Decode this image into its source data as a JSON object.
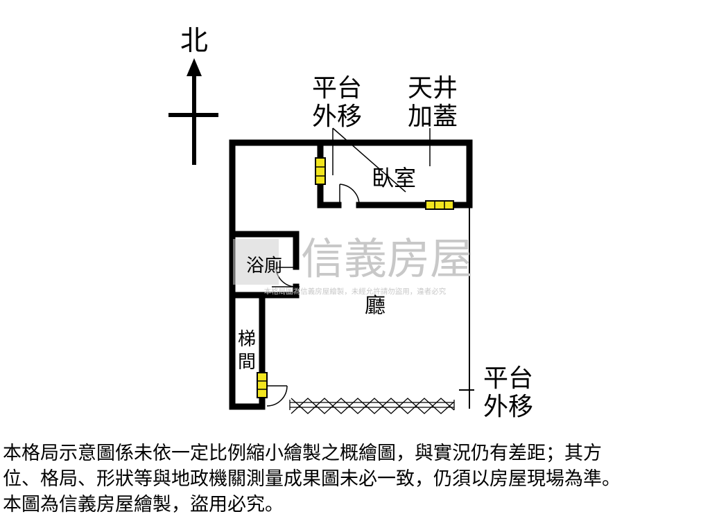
{
  "compass": {
    "north_label": "北"
  },
  "rooms": {
    "bedroom": "臥室",
    "living_room": "廳",
    "bathroom": "浴廁",
    "stair_line1": "梯",
    "stair_line2": "間"
  },
  "annotations": {
    "platform_shift_top_line1": "平台",
    "platform_shift_top_line2": "外移",
    "skylight_line1": "天井",
    "skylight_line2": "加蓋",
    "platform_shift_right_line1": "平台",
    "platform_shift_right_line2": "外移"
  },
  "watermark": {
    "brand": "信義房屋",
    "notice": "本格局圖為信義房屋繪製，未經允許請勿盜用，違者必究"
  },
  "disclaimer": {
    "line1": "本格局示意圖係未依一定比例縮小繪製之概繪圖，與實況仍有差距；其方",
    "line2": "位、格局、形狀等與地政機關測量成果圖未必一致，仍須以房屋現場為準。",
    "line3": "本圖為信義房屋繪製，盜用必究。"
  },
  "colors": {
    "wall": "#000000",
    "window": "#f2e51f",
    "watermark": "#c8c8c8"
  }
}
